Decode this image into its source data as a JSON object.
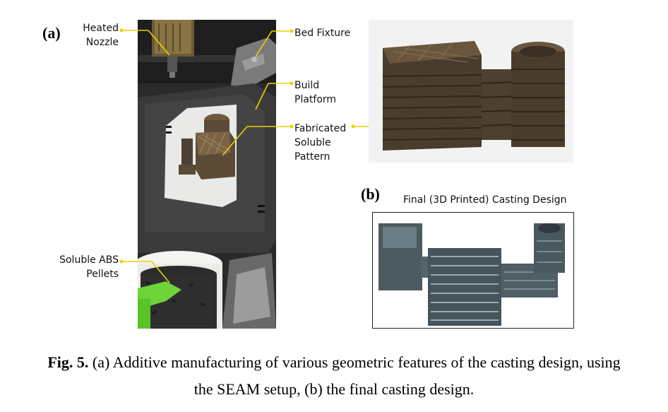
{
  "panel_a": {
    "label": "(a)",
    "callouts": {
      "heated_nozzle": [
        "Heated",
        "Nozzle"
      ],
      "bed_fixture": "Bed Fixture",
      "build_platform": [
        "Build",
        "Platform"
      ],
      "fabricated_pattern": [
        "Fabricated",
        "Soluble",
        "Pattern"
      ],
      "soluble_pellets": [
        "Soluble ABS",
        "Pellets"
      ]
    }
  },
  "panel_b": {
    "label": "(b)",
    "title": "Final (3D Printed) Casting Design"
  },
  "caption": {
    "fig_label": "Fig. 5.",
    "line1": "(a) Additive manufacturing of various geometric features of the casting design, using",
    "line2": "the SEAM setup, (b) the final casting design."
  },
  "colors": {
    "annotation_yellow": "#e8d400",
    "printed_brown": "#5a4a36",
    "machine_black": "#262626",
    "pellet_cup_green": "#6fd33a"
  }
}
